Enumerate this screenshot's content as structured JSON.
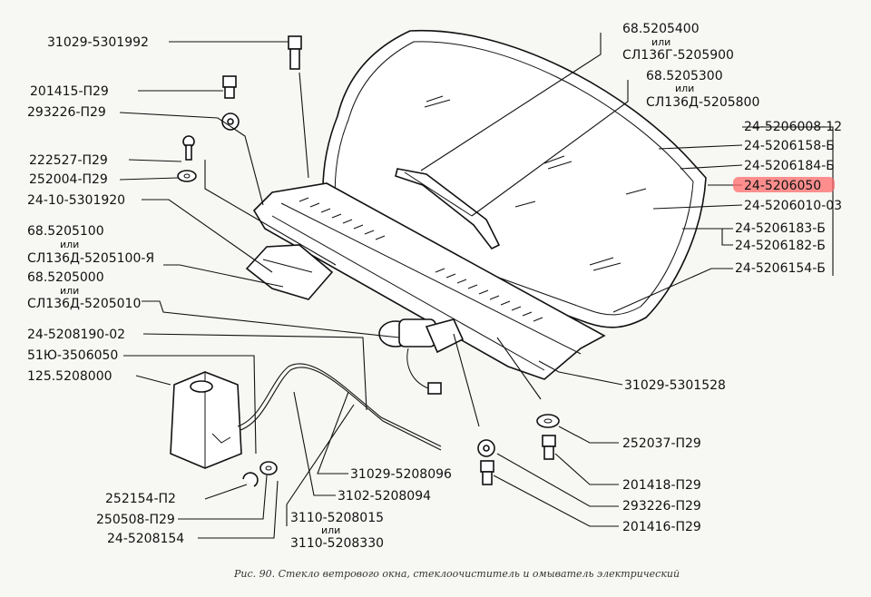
{
  "labels": {
    "l01": "31029-5301992",
    "l02": "201415-П29",
    "l03": "293226-П29",
    "l04": "222527-П29",
    "l05": "252004-П29",
    "l06": "24-10-5301920",
    "l07a": "68.5205100",
    "l07b": "или",
    "l07c": "СЛ136Д-5205100-Я",
    "l08a": "68.5205000",
    "l08b": "или",
    "l08c": "СЛ136Д-5205010",
    "l09": "24-5208190-02",
    "l10": "51Ю-3506050",
    "l11": "125.5208000",
    "l12": "252154-П2",
    "l13": "250508-П29",
    "l14": "24-5208154",
    "l15": "31029-5208096",
    "l16": "3102-5208094",
    "l17a": "3110-5208015",
    "l17b": "или",
    "l17c": "3110-5208330",
    "r01a": "68.5205400",
    "r01b": "или",
    "r01c": "СЛ136Г-5205900",
    "r02a": "68.5205300",
    "r02b": "или",
    "r02c": "СЛ136Д-5205800",
    "r03": "24-5206008-12",
    "r04": "24-5206158-Б",
    "r05": "24-5206184-Б",
    "r06": "24-5206050",
    "r07": "24-5206010-03",
    "r08": "24-5206183-Б",
    "r09": "24-5206182-Б",
    "r10": "24-5206154-Б",
    "r11": "31029-5301528",
    "r12": "252037-П29",
    "r13": "201418-П29",
    "r14": "293226-П29",
    "r15": "201416-П29"
  },
  "caption": "Рис. 90. Стекло ветрового окна, стеклоочиститель и омыватель электрический",
  "highlight_color": "#ff6b6b"
}
